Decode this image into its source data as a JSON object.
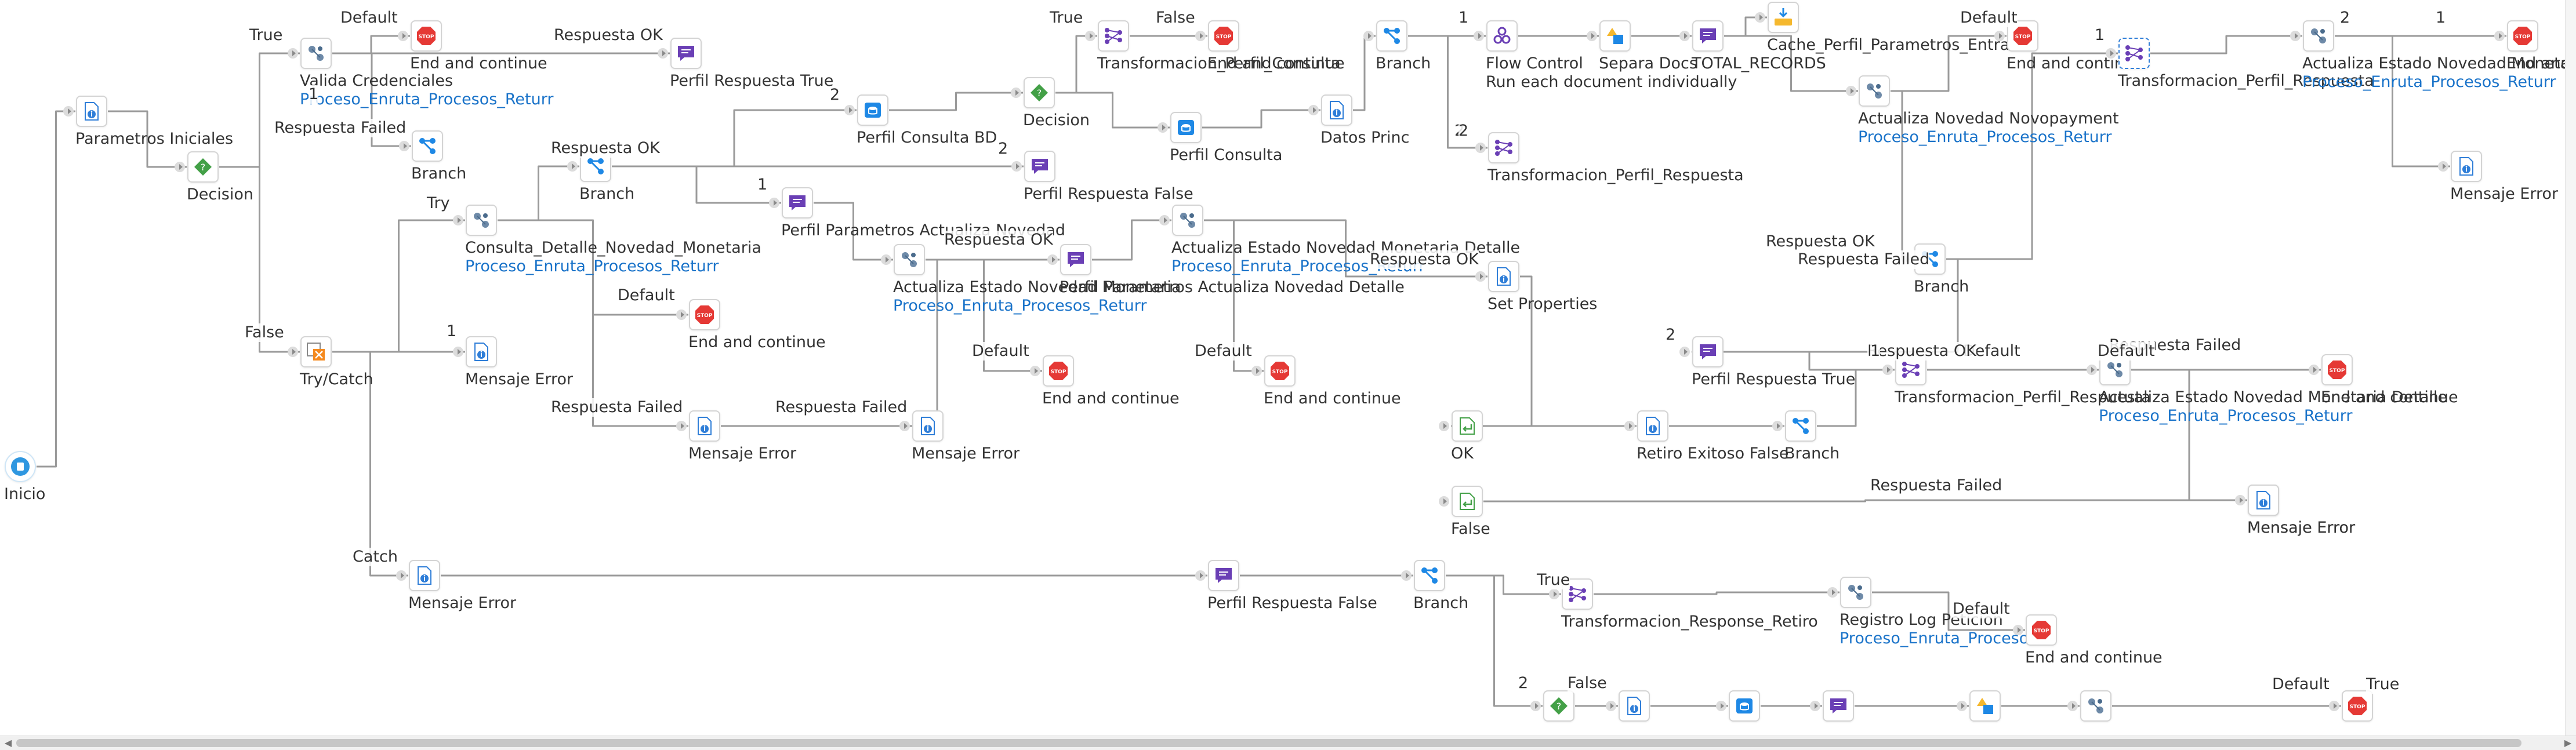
{
  "nodes": [
    {
      "id": "inicio",
      "name": "start-node",
      "type": "start",
      "label": "Inicio"
    },
    {
      "id": "param",
      "name": "parametros-iniciales-node",
      "type": "info",
      "label": "Parametros Iniciales"
    },
    {
      "id": "dec1",
      "name": "decision-node",
      "type": "decision",
      "label": "Decision"
    },
    {
      "id": "valida",
      "name": "valida-credenciales-node",
      "type": "process",
      "label": "Valida Credenciales",
      "sub": "Proceso_Enruta_Procesos_Returr"
    },
    {
      "id": "stop1",
      "name": "stop-node",
      "type": "stop",
      "label": "End and continue"
    },
    {
      "id": "msg1",
      "name": "perfil-respuesta-true-node",
      "type": "message",
      "label": "Perfil Respuesta True"
    },
    {
      "id": "trycatch",
      "name": "try-catch-node",
      "type": "trycatch",
      "label": "Try/Catch"
    },
    {
      "id": "branch1",
      "name": "branch-node",
      "type": "branch",
      "label": "Branch"
    },
    {
      "id": "branch2",
      "name": "branch-node",
      "type": "branch",
      "label": "Branch"
    },
    {
      "id": "consulta",
      "name": "consulta-detalle-node",
      "type": "process",
      "label": "Consulta_Detalle_Novedad_Monetaria",
      "sub": "Proceso_Enruta_Procesos_Returr"
    },
    {
      "id": "mens1",
      "name": "mensaje-error-node",
      "type": "info",
      "label": "Mensaje Error"
    },
    {
      "id": "stop2",
      "name": "stop-node",
      "type": "stop",
      "label": "End and continue"
    },
    {
      "id": "mens2",
      "name": "mensaje-error-node",
      "type": "info",
      "label": "Mensaje Error"
    },
    {
      "id": "mens3",
      "name": "mensaje-error-node",
      "type": "info",
      "label": "Mensaje Error"
    },
    {
      "id": "mens4",
      "name": "mensaje-error-node",
      "type": "info",
      "label": "Mensaje Error"
    },
    {
      "id": "perfilcons",
      "name": "perfil-consulta-bd-node",
      "type": "db",
      "label": "Perfil Consulta BD"
    },
    {
      "id": "dec2",
      "name": "decision-node",
      "type": "decision",
      "label": "Decision"
    },
    {
      "id": "perfilfalse1",
      "name": "perfil-respuesta-false-node",
      "type": "message",
      "label": "Perfil Respuesta False"
    },
    {
      "id": "perfilparam",
      "name": "perfil-parametros-node",
      "type": "message",
      "label": "Perfil Parametros Actualiza Novedad"
    },
    {
      "id": "actuest1",
      "name": "actualiza-estado-novedad-node",
      "type": "process",
      "label": "Actualiza Estado Novedad Monetaria",
      "sub": "Proceso_Enruta_Procesos_Returr"
    },
    {
      "id": "perfilparam2",
      "name": "perfil-parametros-detalle-node",
      "type": "message",
      "label": "Perfil Parametros Actualiza Novedad Detalle"
    },
    {
      "id": "stop3",
      "name": "stop-node",
      "type": "stop",
      "label": "End and continue"
    },
    {
      "id": "transf1",
      "name": "transformacion-node",
      "type": "map",
      "label": "Transformacion_Perfil_Consulta"
    },
    {
      "id": "stop4",
      "name": "stop-node",
      "type": "stop",
      "label": "End and continue"
    },
    {
      "id": "perfcons",
      "name": "perfil-consulta-node",
      "type": "db",
      "label": "Perfil Consulta"
    },
    {
      "id": "actuest2",
      "name": "actualiza-estado-detalle-node",
      "type": "process",
      "label": "Actualiza Estado Novedad Monetaria Detalle",
      "sub": "Proceso_Enruta_Procesos_Returr"
    },
    {
      "id": "stop5",
      "name": "stop-node",
      "type": "stop",
      "label": "End and continue"
    },
    {
      "id": "datos",
      "name": "datos-princ-node",
      "type": "info",
      "label": "Datos Princ"
    },
    {
      "id": "branch3",
      "name": "branch-node",
      "type": "branch",
      "label": "Branch"
    },
    {
      "id": "flowctl",
      "name": "flow-control-node",
      "type": "flow",
      "label": "Flow Control",
      "sub2": "Run each document individually"
    },
    {
      "id": "separa",
      "name": "separa-docs-node",
      "type": "set",
      "label": "Separa Docs"
    },
    {
      "id": "total",
      "name": "total-records-node",
      "type": "message",
      "label": "TOTAL_RECORDS"
    },
    {
      "id": "cache",
      "name": "cache-node",
      "type": "cache",
      "label": "Cache_Perfil_Parametros_Entrada"
    },
    {
      "id": "transf2",
      "name": "transformacion-node",
      "type": "map",
      "label": "Transformacion_Perfil_Respuesta"
    },
    {
      "id": "setprops",
      "name": "set-properties-node",
      "type": "info",
      "label": "Set Properties"
    },
    {
      "id": "ok",
      "name": "ok-return-node",
      "type": "return",
      "label": "OK"
    },
    {
      "id": "false",
      "name": "false-return-node",
      "type": "return",
      "label": "False"
    },
    {
      "id": "actnov",
      "name": "actualiza-novedad-novopayment-node",
      "type": "process",
      "label": "Actualiza Novedad Novopayment",
      "sub": "Proceso_Enruta_Procesos_Returr"
    },
    {
      "id": "branch4",
      "name": "branch-node",
      "type": "branch",
      "label": "Branch"
    },
    {
      "id": "stop6",
      "name": "stop-node",
      "type": "stop",
      "label": "End and continue"
    },
    {
      "id": "transf3",
      "name": "transformacion-node",
      "type": "map",
      "label": "Transformacion_Perfil_Respuesta",
      "selected": true
    },
    {
      "id": "actuest3",
      "name": "actualiza-estado-detalle-node",
      "type": "process",
      "label": "Actualiza Estado Novedad Monetaria Detalle",
      "sub": "Proceso_Enruta_Procesos_Returr"
    },
    {
      "id": "stop7",
      "name": "stop-node",
      "type": "stop",
      "label": "End and continue"
    },
    {
      "id": "mens5",
      "name": "mensaje-error-node",
      "type": "info",
      "label": "Mensaje Error"
    },
    {
      "id": "perfiltrue2",
      "name": "perfil-respuesta-true-node",
      "type": "message",
      "label": "Perfil Respuesta True"
    },
    {
      "id": "retiro",
      "name": "retiro-exitoso-false-node",
      "type": "info",
      "label": "Retiro Exitoso False"
    },
    {
      "id": "branch5",
      "name": "branch-node",
      "type": "branch",
      "label": "Branch"
    },
    {
      "id": "transf4",
      "name": "transformacion-node",
      "type": "map",
      "label": "Transformacion_Perfil_Respuesta"
    },
    {
      "id": "actuest4",
      "name": "actualiza-estado-detalle-node",
      "type": "process",
      "label": "Actualiza Estado Novedad Monetaria Detalle",
      "sub": "Proceso_Enruta_Procesos_Returr"
    },
    {
      "id": "stop8",
      "name": "stop-node",
      "type": "stop",
      "label": "End and continue"
    },
    {
      "id": "mens6",
      "name": "mensaje-error-node",
      "type": "info",
      "label": "Mensaje Error"
    },
    {
      "id": "mens7",
      "name": "mensaje-error-node",
      "type": "info",
      "label": "Mensaje Error"
    },
    {
      "id": "perfilfalse2",
      "name": "perfil-respuesta-false-node",
      "type": "message",
      "label": "Perfil Respuesta False"
    },
    {
      "id": "branch6",
      "name": "branch-node",
      "type": "branch",
      "label": "Branch"
    },
    {
      "id": "transf5",
      "name": "transformacion-node",
      "type": "map",
      "label": "Transformacion_Response_Retiro"
    },
    {
      "id": "registro",
      "name": "registro-log-peticion-node",
      "type": "process",
      "label": "Registro Log Peticion",
      "sub": "Proceso_Enruta_Procesos"
    },
    {
      "id": "stop9",
      "name": "stop-node",
      "type": "stop",
      "label": "End and continue"
    },
    {
      "id": "dec3",
      "name": "decision-node",
      "type": "decision",
      "label": ""
    },
    {
      "id": "info9",
      "name": "info-node",
      "type": "info",
      "label": ""
    },
    {
      "id": "db9",
      "name": "db-node",
      "type": "db",
      "label": ""
    },
    {
      "id": "msg9",
      "name": "message-node",
      "type": "message",
      "label": ""
    },
    {
      "id": "set9",
      "name": "set-node",
      "type": "set",
      "label": ""
    },
    {
      "id": "proc9",
      "name": "process-node",
      "type": "process",
      "label": ""
    },
    {
      "id": "stop10",
      "name": "stop-node",
      "type": "stop",
      "label": ""
    }
  ],
  "edge_labels": [
    "True",
    "Default",
    "Respuesta OK",
    "Respuesta Failed",
    "False",
    "Try",
    "Catch",
    "1",
    "2",
    "Respuesta OK",
    "Default",
    "1",
    "Respuesta Failed",
    "Respuesta Failed",
    "2",
    "1",
    "Respuesta OK",
    "Default",
    "True",
    "False",
    "2",
    "1",
    "2",
    "Respuesta OK",
    "Default",
    "Default",
    "1",
    "Respuesta Failed",
    "Respuesta OK",
    "Default",
    "Respuesta Failed",
    "2",
    "1",
    "Respuesta OK",
    "Default",
    "Respuesta Failed",
    "2",
    "1",
    "True",
    "False",
    "Default",
    "2",
    "True",
    "Default"
  ]
}
